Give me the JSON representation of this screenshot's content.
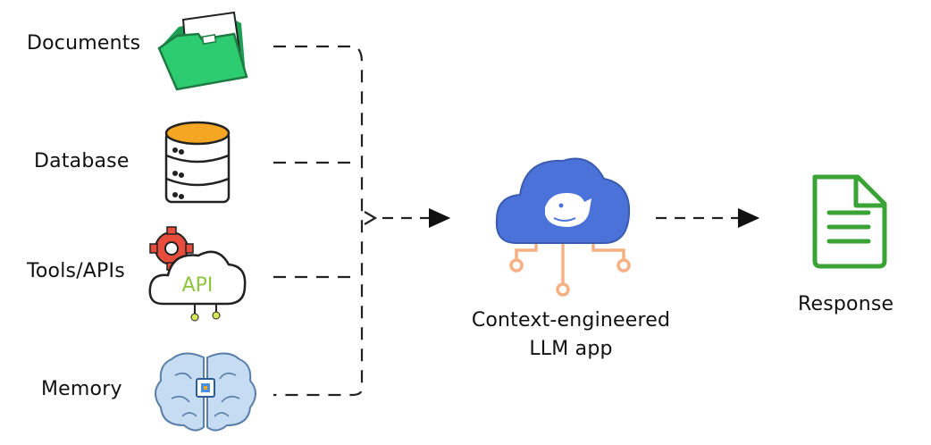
{
  "sources": [
    {
      "id": "documents",
      "label": "Documents",
      "icon": "folder-icon"
    },
    {
      "id": "database",
      "label": "Database",
      "icon": "database-icon"
    },
    {
      "id": "tools",
      "label": "Tools/APIs",
      "icon": "api-cloud-gear-icon",
      "icon_text": "API"
    },
    {
      "id": "memory",
      "label": "Memory",
      "icon": "brain-chip-icon"
    }
  ],
  "app": {
    "label_line1": "Context-engineered",
    "label_line2": "LLM app",
    "icon": "cloud-whale-icon"
  },
  "output": {
    "label": "Response",
    "icon": "document-icon"
  },
  "colors": {
    "folder": "#2ecc71",
    "database_top": "#f5a623",
    "gear": "#e74c3c",
    "api_text": "#8dc63f",
    "cloud": "#4a72d8",
    "circuit": "#f5b083",
    "response": "#3aa335",
    "brain": "#c5dcf3"
  }
}
